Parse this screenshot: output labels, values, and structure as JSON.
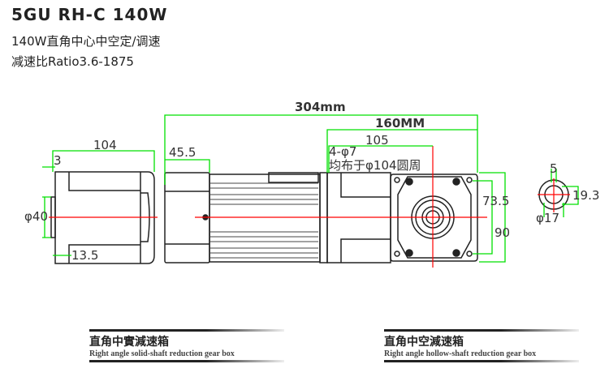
{
  "header": {
    "title": "5GU  RH-C  140W",
    "subtitle1": "140W直角中心中空定/调速",
    "subtitle2": "减速比Ratio3.6-1875"
  },
  "dimensions": {
    "overall": "304mm",
    "gearbox": "160MM",
    "flange_center": "105",
    "holes_line1": "4-φ7",
    "holes_line2": "均布于φ104圆周",
    "side_length": "104",
    "side_offset": "3",
    "side_dia": "φ40",
    "side_shaft": "13.5",
    "motor_cap": "45.5",
    "hole_spacing": "73.5",
    "flange_height": "90",
    "key_width": "5",
    "key_depth": "19.3",
    "bore": "φ17"
  },
  "captions": [
    {
      "zh": "直角中實減速箱",
      "en": "Right angle solid-shaft reduction gear box"
    },
    {
      "zh": "直角中空減速箱",
      "en": "Right angle hollow-shaft reduction gear box"
    }
  ],
  "colors": {
    "dimension": "#00e000",
    "centerline": "#ff0000",
    "outline": "#222222"
  }
}
